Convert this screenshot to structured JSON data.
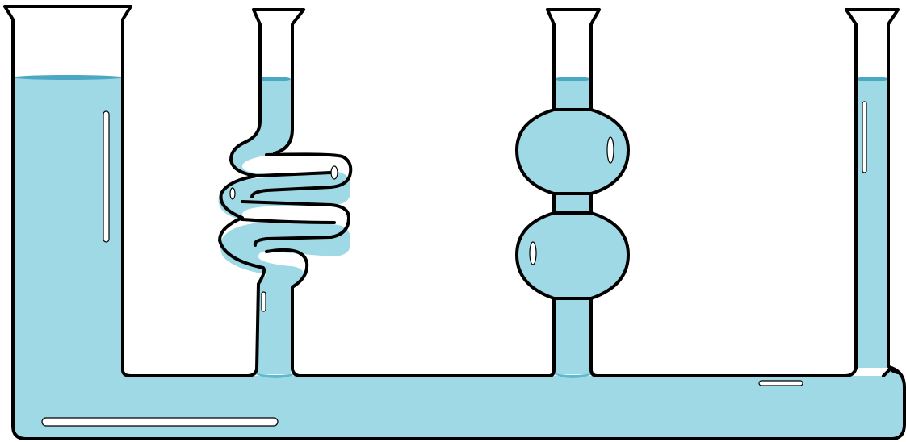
{
  "diagram": {
    "subject": "communicating-vessels",
    "colors": {
      "water": "#9fd9e6",
      "water_shadow": "#5bbad2",
      "surface_line": "#4aa8c4",
      "glass_outline": "#000000",
      "background": "#ffffff"
    },
    "vessels": [
      {
        "id": "wide-beaker",
        "shape": "wide-cylinder"
      },
      {
        "id": "coiled-tube",
        "shape": "coil"
      },
      {
        "id": "double-bulb-tube",
        "shape": "two-spheres"
      },
      {
        "id": "narrow-tube",
        "shape": "straight-narrow"
      }
    ],
    "base": {
      "shape": "horizontal-connecting-pipe"
    },
    "water_level": {
      "equal_in_all_vessels": true
    }
  }
}
